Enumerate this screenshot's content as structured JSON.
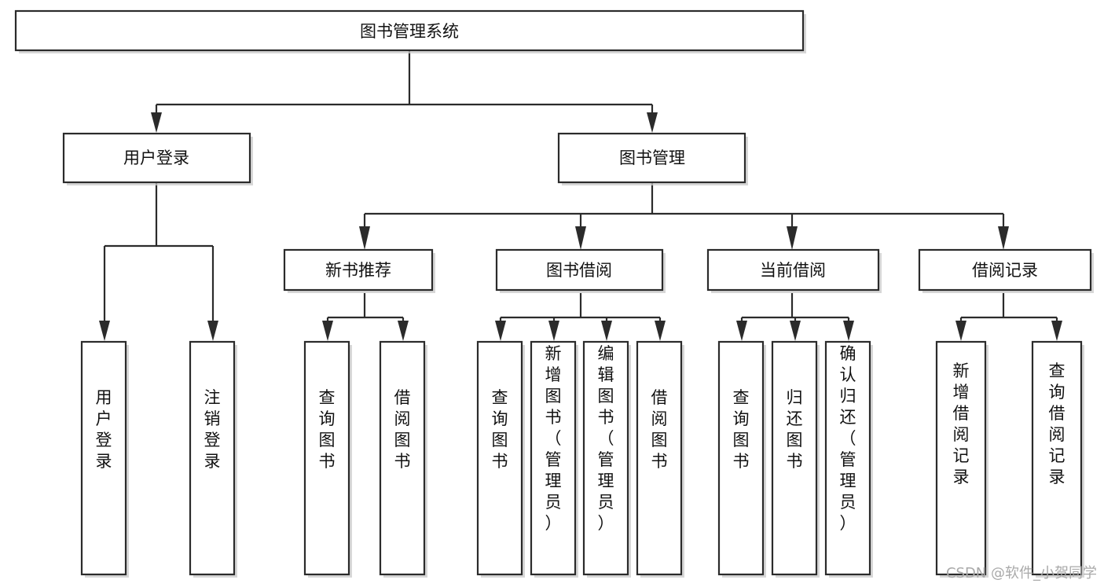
{
  "diagram": {
    "type": "tree-hierarchy-diagram",
    "title": "图书管理系统",
    "background_color": "#ffffff",
    "line_color": "#2b2b2b",
    "box_fill": "#ffffff",
    "text_color": "#111111"
  },
  "nodes": {
    "root": {
      "label": "图书管理系统",
      "orientation": "horizontal"
    },
    "level1": [
      {
        "id": "user-login",
        "label": "用户登录",
        "orientation": "horizontal"
      },
      {
        "id": "book-manage",
        "label": "图书管理",
        "orientation": "horizontal"
      }
    ],
    "level2": [
      {
        "id": "new-book-recommend",
        "label": "新书推荐",
        "orientation": "horizontal"
      },
      {
        "id": "book-borrow",
        "label": "图书借阅",
        "orientation": "horizontal"
      },
      {
        "id": "current-borrow",
        "label": "当前借阅",
        "orientation": "horizontal"
      },
      {
        "id": "borrow-record",
        "label": "借阅记录",
        "orientation": "horizontal"
      }
    ],
    "leaves": {
      "user-login": [
        {
          "id": "leaf-user-login",
          "label": "用户登录",
          "orientation": "vertical"
        },
        {
          "id": "leaf-logout-login",
          "label": "注销登录",
          "orientation": "vertical"
        }
      ],
      "new-book-recommend": [
        {
          "id": "leaf-query-book-1",
          "label": "查询图书",
          "orientation": "vertical"
        },
        {
          "id": "leaf-borrow-book-1",
          "label": "借阅图书",
          "orientation": "vertical"
        }
      ],
      "book-borrow": [
        {
          "id": "leaf-query-book-2",
          "label": "查询图书",
          "orientation": "vertical"
        },
        {
          "id": "leaf-add-book-admin",
          "label": "新增图书（管理员）",
          "orientation": "vertical"
        },
        {
          "id": "leaf-edit-book-admin",
          "label": "编辑图书（管理员）",
          "orientation": "vertical"
        },
        {
          "id": "leaf-borrow-book-2",
          "label": "借阅图书",
          "orientation": "vertical"
        }
      ],
      "current-borrow": [
        {
          "id": "leaf-query-book-3",
          "label": "查询图书",
          "orientation": "vertical"
        },
        {
          "id": "leaf-return-book",
          "label": "归还图书",
          "orientation": "vertical"
        },
        {
          "id": "leaf-confirm-return-admin",
          "label": "确认归还（管理员）",
          "orientation": "vertical"
        }
      ],
      "borrow-record": [
        {
          "id": "leaf-add-borrow-record",
          "label": "新增借阅记录",
          "orientation": "vertical"
        },
        {
          "id": "leaf-query-borrow-record",
          "label": "查询借阅记录",
          "orientation": "vertical"
        }
      ]
    }
  },
  "watermark": {
    "text": "CSDN @软件_小贺同学"
  }
}
